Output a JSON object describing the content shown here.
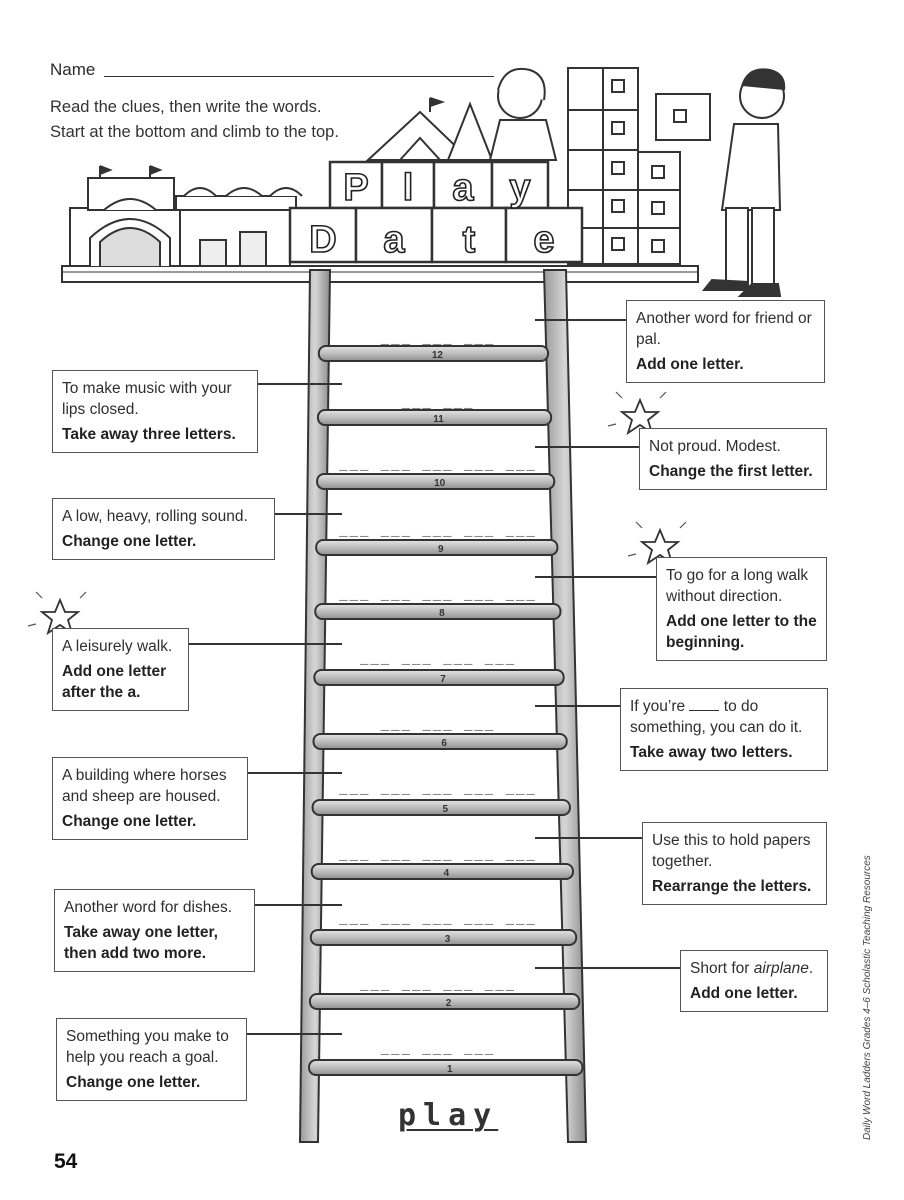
{
  "header": {
    "name_label": "Name",
    "instructions": [
      "Read the clues, then write the words.",
      "Start at the bottom and climb to the top."
    ]
  },
  "title": {
    "line1": [
      "P",
      "l",
      "a",
      "y"
    ],
    "line2": [
      "D",
      "a",
      "t",
      "e"
    ]
  },
  "rungs": [
    "12",
    "11",
    "10",
    "9",
    "8",
    "7",
    "6",
    "5",
    "4",
    "3",
    "2",
    "1"
  ],
  "blanks": [
    "___ ___ ___",
    "___ ___",
    "___ ___ ___ ___ ___",
    "___ ___ ___ ___ ___",
    "___ ___ ___ ___ ___",
    "___ ___ ___ ___",
    "___ ___ ___",
    "___ ___ ___ ___ ___",
    "___ ___ ___ ___ ___",
    "___ ___ ___ ___ ___",
    "___ ___ ___ ___",
    "___ ___ ___"
  ],
  "clues": {
    "c12": {
      "text": "Another word for friend or pal.",
      "action": "Add one letter."
    },
    "c11": {
      "text": "To make music with your lips closed.",
      "action": "Take away three letters."
    },
    "c10": {
      "text": "Not proud. Modest.",
      "action": "Change the first letter."
    },
    "c9": {
      "text": "A low, heavy, rolling sound.",
      "action": "Change one letter."
    },
    "c8": {
      "text": "To go for a long walk without direction.",
      "action": "Add one letter to the beginning."
    },
    "c7": {
      "text": "A leisurely walk.",
      "action": "Add one letter after the a."
    },
    "c6": {
      "text_before": "If you’re",
      "text_after": "to do something, you can do it.",
      "action": "Take away two letters."
    },
    "c5": {
      "text": "A building where horses and sheep are housed.",
      "action": "Change one letter."
    },
    "c4": {
      "text": "Use this to hold papers together.",
      "action": "Rearrange the letters."
    },
    "c3": {
      "text": "Another word for dishes.",
      "action": "Take away one letter, then add two more."
    },
    "c2": {
      "text_before": "Short for",
      "text_italic": "airplane",
      "text_after": ".",
      "action": "Add one letter."
    },
    "c1": {
      "text": "Something you make to help you reach a goal.",
      "action": "Change one letter."
    }
  },
  "start_word": "play",
  "page_number": "54",
  "side_credit": "Daily Word Ladders Grades 4–6   Scholastic Teaching Resources",
  "colors": {
    "ink": "#2a2a2a",
    "rail": "#b8b8b8",
    "rung": "#c4c4c4"
  }
}
